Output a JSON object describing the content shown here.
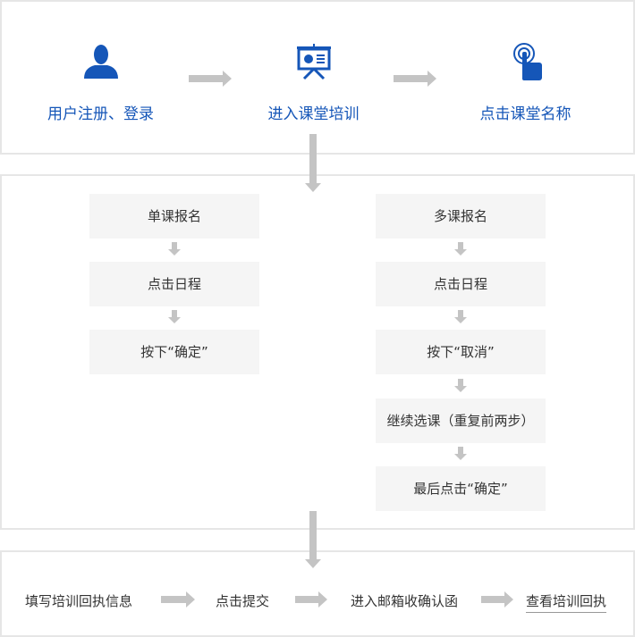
{
  "top": {
    "steps": [
      "用户注册、登录",
      "进入课堂培训",
      "点击课堂名称"
    ]
  },
  "left_flow": [
    "单课报名",
    "点击日程",
    "按下“确定”"
  ],
  "right_flow": [
    "多课报名",
    "点击日程",
    "按下“取消”",
    "继续选课（重复前两步）",
    "最后点击“确定”"
  ],
  "bottom": {
    "steps": [
      "填写培训回执信息",
      "点击提交",
      "进入邮箱收确认函"
    ],
    "link": "查看培训回执"
  },
  "colors": {
    "accent": "#1556b8",
    "arrow": "#c4c4c4",
    "card": "#f5f5f5"
  }
}
